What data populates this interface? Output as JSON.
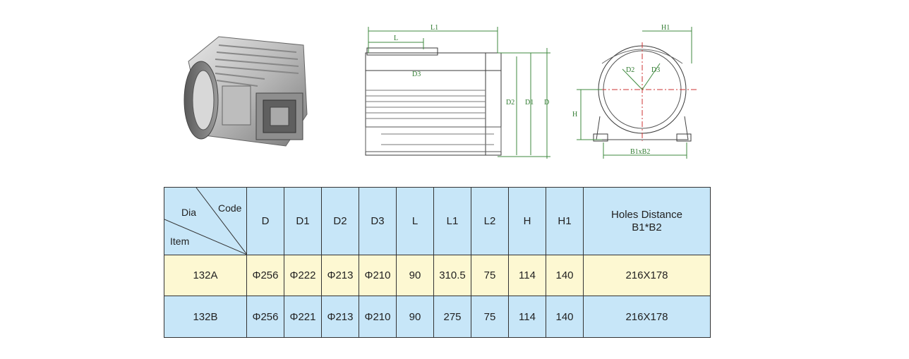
{
  "drawing_labels": {
    "front": {
      "L1": "L1",
      "L": "L",
      "D3": "D3",
      "D2": "D2",
      "D1": "D1",
      "D": "D"
    },
    "side": {
      "H1": "H1",
      "D2": "D2",
      "D3": "D3",
      "H": "H",
      "B1xB2": "B1xB2"
    }
  },
  "table": {
    "corner": {
      "dia": "Dia",
      "code": "Code",
      "item": "Item"
    },
    "headers": [
      "D",
      "D1",
      "D2",
      "D3",
      "L",
      "L1",
      "L2",
      "H",
      "H1"
    ],
    "holes_header": [
      "Holes Distance",
      "B1*B2"
    ],
    "rows": [
      {
        "item": "132A",
        "values": [
          "Φ256",
          "Φ222",
          "Φ213",
          "Φ210",
          "90",
          "310.5",
          "75",
          "114",
          "140"
        ],
        "holes": "216X178"
      },
      {
        "item": "132B",
        "values": [
          "Φ256",
          "Φ221",
          "Φ213",
          "Φ210",
          "90",
          "275",
          "75",
          "114",
          "140"
        ],
        "holes": "216X178"
      }
    ]
  }
}
